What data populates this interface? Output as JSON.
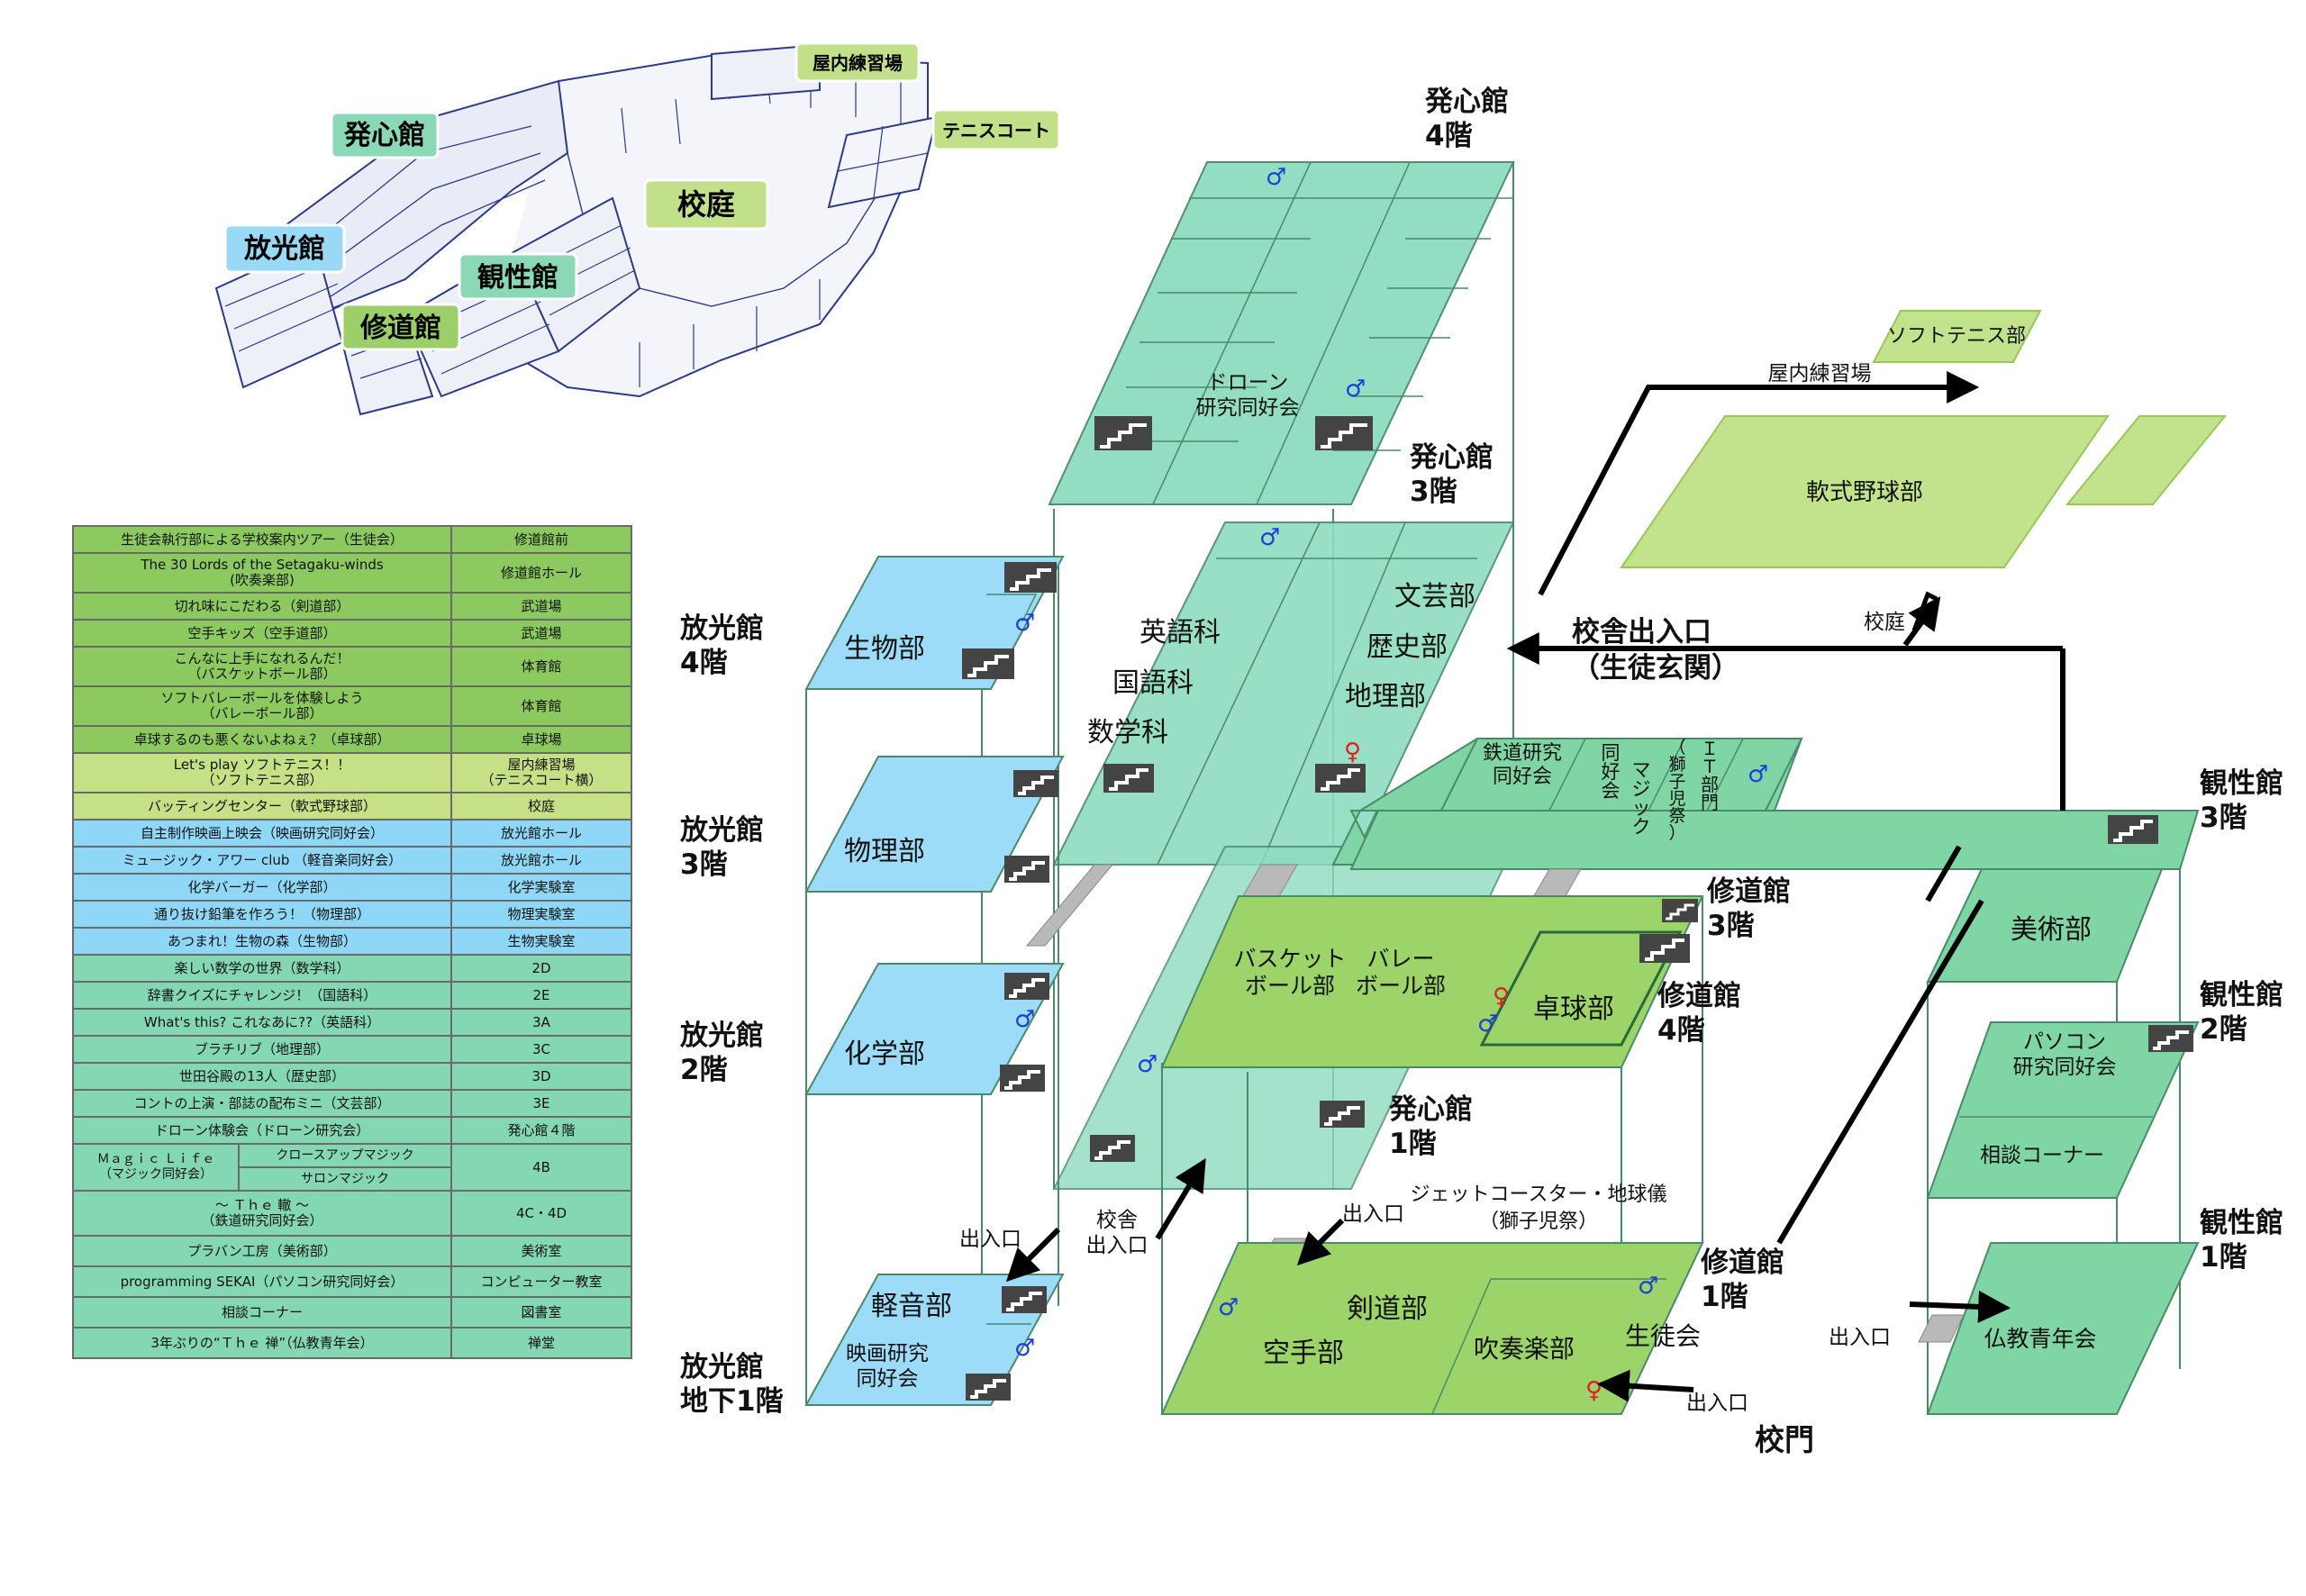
{
  "colors": {
    "hasshin": "#8edcc0",
    "hoko": "#9cdcf8",
    "shudo": "#9cd46a",
    "kansei": "#7fd6a4",
    "lightgreen": "#c2e38c",
    "outline": "#4a8a6a",
    "arrow": "#000000",
    "male_icon": "#1e3fd6",
    "female_icon": "#e02020"
  },
  "aerial": {
    "labels": {
      "hasshin": "発心館",
      "hoko": "放光館",
      "shudo": "修道館",
      "kansei": "観性館",
      "kotei": "校庭",
      "okunai": "屋内練習場",
      "tennis": "テニスコート"
    }
  },
  "table": {
    "rows": [
      {
        "event": "生徒会執行部による学校案内ツアー（生徒会）",
        "location": "修道館前",
        "color": "g1"
      },
      {
        "event": "The 30 Lords of the Setagaku-winds",
        "event2": "(吹奏楽部)",
        "location": "修道館ホール",
        "color": "g1"
      },
      {
        "event": "切れ味にこだわる（剣道部）",
        "location": "武道場",
        "color": "g1"
      },
      {
        "event": "空手キッズ（空手道部）",
        "location": "武道場",
        "color": "g1"
      },
      {
        "event": "こんなに上手になれるんだ！",
        "event2": "（バスケットボール部）",
        "location": "体育館",
        "color": "g1"
      },
      {
        "event": "ソフトバレーボールを体験しよう",
        "event2": "（バレーボール部）",
        "location": "体育館",
        "color": "g1"
      },
      {
        "event": "卓球するのも悪くないよねぇ？（卓球部）",
        "location": "卓球場",
        "color": "g1"
      },
      {
        "event": "Let's play ソフトテニス！！",
        "event2": "（ソフトテニス部）",
        "location": "屋内練習場",
        "location2": "（テニスコート横）",
        "color": "g2"
      },
      {
        "event": "バッティングセンター（軟式野球部）",
        "location": "校庭",
        "color": "g2"
      },
      {
        "event": "自主制作映画上映会（映画研究同好会）",
        "location": "放光館ホール",
        "color": "b"
      },
      {
        "event": "ミュージック・アワー club （軽音楽同好会）",
        "location": "放光館ホール",
        "color": "b"
      },
      {
        "event": "化学バーガー（化学部）",
        "location": "化学実験室",
        "color": "b"
      },
      {
        "event": "通り抜け鉛筆を作ろう！（物理部）",
        "location": "物理実験室",
        "color": "b"
      },
      {
        "event": "あつまれ！生物の森（生物部）",
        "location": "生物実験室",
        "color": "b"
      },
      {
        "event": "楽しい数学の世界（数学科）",
        "location": "2D",
        "color": "t"
      },
      {
        "event": "辞書クイズにチャレンジ！（国語科）",
        "location": "2E",
        "color": "t"
      },
      {
        "event": "What's this? これなあに??（英語科）",
        "location": "3A",
        "color": "t"
      },
      {
        "event": "ブラチリブ（地理部）",
        "location": "3C",
        "color": "t"
      },
      {
        "event": "世田谷殿の13人（歴史部）",
        "location": "3D",
        "color": "t"
      },
      {
        "event": "コントの上演・部誌の配布ミニ（文芸部）",
        "location": "3E",
        "color": "t"
      },
      {
        "event": "ドローン体験会（ドローン研究会）",
        "location": "発心館４階",
        "color": "t"
      }
    ],
    "magic": {
      "group": "Ｍａｇｉｃ Ｌｉｆｅ",
      "group2": "（マジック同好会）",
      "items": [
        "クロースアップマジック",
        "サロンマジック"
      ],
      "location": "4B"
    },
    "rows2": [
      {
        "event": "～ Ｔｈｅ 轍 ～",
        "event2": "（鉄道研究同好会）",
        "location": "4C・4D"
      },
      {
        "event": "プラバン工房（美術部）",
        "location": "美術室"
      },
      {
        "event": "programming SEKAI（パソコン研究同好会）",
        "location": "コンピューター教室"
      },
      {
        "event": "相談コーナー",
        "location": "図書室"
      },
      {
        "event": "3年ぶりの“Ｔｈｅ 禅”（仏教青年会）",
        "location": "禅堂"
      }
    ]
  },
  "map": {
    "floors": {
      "hasshin4": [
        "発心館",
        "4階"
      ],
      "hasshin3": [
        "発心館",
        "3階"
      ],
      "hasshin1": [
        "発心館",
        "1階"
      ],
      "hoko4": [
        "放光館",
        "4階"
      ],
      "hoko3": [
        "放光館",
        "3階"
      ],
      "hoko2": [
        "放光館",
        "2階"
      ],
      "hokoB1": [
        "放光館",
        "地下1階"
      ],
      "shudo3": [
        "修道館",
        "3階"
      ],
      "shudo4": [
        "修道館",
        "4階"
      ],
      "shudo1": [
        "修道館",
        "1階"
      ],
      "kansei3": [
        "観性館",
        "3階"
      ],
      "kansei2": [
        "観性館",
        "2階"
      ],
      "kansei1": [
        "観性館",
        "1階"
      ]
    },
    "rooms": {
      "drone": [
        "ドローン",
        "研究同好会"
      ],
      "eigo": "英語科",
      "kokugo": "国語科",
      "sugaku": "数学科",
      "bungei": "文芸部",
      "rekishi": "歴史部",
      "chiri": "地理部",
      "tetsudo": [
        "鉄道研究",
        "同好会"
      ],
      "dokokai": [
        "同",
        "好",
        "会"
      ],
      "magic": [
        "マ",
        "ジ",
        "ッ",
        "ク"
      ],
      "shishi": [
        "（",
        "獅",
        "子",
        "児",
        "祭",
        "）"
      ],
      "it": [
        "Ｉ",
        "Ｔ",
        "部",
        "門"
      ],
      "seibutsu": "生物部",
      "butsuri": "物理部",
      "kagaku": "化学部",
      "keion": "軽音部",
      "eiga": [
        "映画研究",
        "同好会"
      ],
      "basket": [
        "バスケット",
        "ボール部"
      ],
      "volley": [
        "バレー",
        "ボール部"
      ],
      "takkyu": "卓球部",
      "kendo": "剣道部",
      "karate": "空手部",
      "suisogaku": "吹奏楽部",
      "seitokai": "生徒会",
      "bijutsu": "美術部",
      "pasokon": [
        "パソコン",
        "研究同好会"
      ],
      "sodan": "相談コーナー",
      "bukkyo": "仏教青年会",
      "nanshiki": "軟式野球部",
      "softtennis": "ソフトテニス部"
    },
    "labels": {
      "okunai": "屋内練習場",
      "kotei": "校庭",
      "kosha1": "校舎出入口",
      "kosha2": "（生徒玄関）",
      "deiriguchi": "出入口",
      "kosha_small1": "校舎",
      "kosha_small2": "出入口",
      "jet1": "ジェットコースター・地球儀",
      "jet2": "（獅子児祭）",
      "komon": "校門"
    }
  }
}
